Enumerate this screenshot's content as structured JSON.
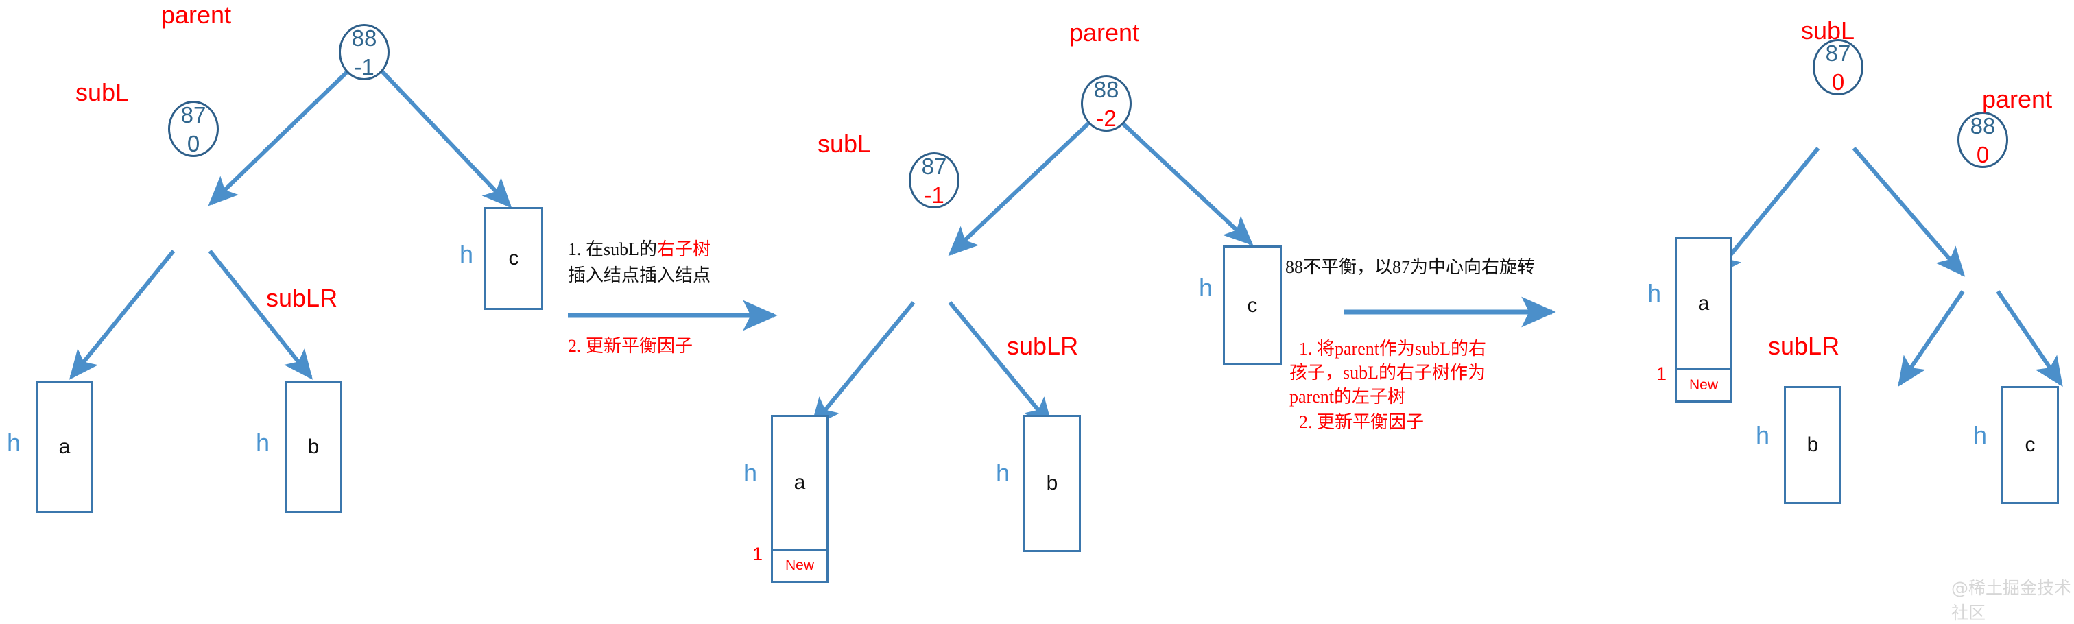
{
  "colors": {
    "node_stroke": "#2e5f8a",
    "box_stroke": "#3b77ad",
    "edge": "#4b8fca",
    "key_text": "#31678f",
    "accent_red": "#ff0000",
    "watermark": "#d6d6d6",
    "background": "#ffffff"
  },
  "watermark": "@稀土掘金技术社区",
  "diagram1": {
    "title_pointer_root": "parent",
    "pointer_subl": "subL",
    "pointer_sublr": "subLR",
    "root": {
      "key": "88",
      "bf": "-1",
      "bf_color": "blue"
    },
    "subl": {
      "key": "87",
      "bf": "0",
      "bf_color": "blue"
    },
    "box_c": {
      "label": "c",
      "h": "h"
    },
    "box_a": {
      "label": "a",
      "h": "h"
    },
    "box_b": {
      "label": "b",
      "h": "h"
    }
  },
  "annotation1": {
    "line1_prefix": "1. 在subL的",
    "line1_red": "右子树",
    "line2": "插入结点插入结点",
    "line3": "2. 更新平衡因子"
  },
  "diagram2": {
    "pointer_root": "parent",
    "pointer_subl": "subL",
    "pointer_sublr": "subLR",
    "root": {
      "key": "88",
      "bf": "-2",
      "bf_color": "red"
    },
    "subl": {
      "key": "87",
      "bf": "-1",
      "bf_color": "red"
    },
    "box_c": {
      "label": "c",
      "h": "h"
    },
    "box_a": {
      "label": "a",
      "h": "h",
      "new_label": "New",
      "new_height": "1"
    },
    "box_b": {
      "label": "b",
      "h": "h"
    }
  },
  "annotation2": {
    "heading": "88不平衡，以87为中心向右旋转",
    "line1": "1. 将parent作为subL的右",
    "line2": "孩子，subL的右子树作为",
    "line3": "parent的左子树",
    "line4": "2. 更新平衡因子"
  },
  "diagram3": {
    "pointer_root": "subL",
    "pointer_parent": "parent",
    "pointer_sublr": "subLR",
    "root": {
      "key": "87",
      "bf": "0",
      "bf_color": "red"
    },
    "parent": {
      "key": "88",
      "bf": "0",
      "bf_color": "red"
    },
    "box_a": {
      "label": "a",
      "h": "h",
      "new_label": "New",
      "new_height": "1"
    },
    "box_b": {
      "label": "b",
      "h": "h"
    },
    "box_c": {
      "label": "c",
      "h": "h"
    }
  }
}
